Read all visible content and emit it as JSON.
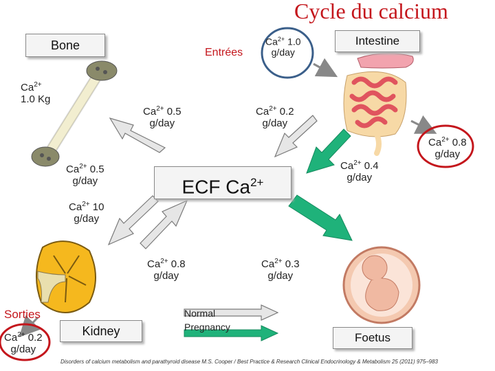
{
  "title": "Cycle du calcium",
  "inputs_label": "Entrées",
  "outputs_label": "Sorties",
  "boxes": {
    "bone": "Bone",
    "intestine": "Intestine",
    "ecf": "ECF Ca",
    "ecf_sup": "2+",
    "kidney": "Kidney",
    "foetus": "Foetus"
  },
  "flows": {
    "bone_store": {
      "ion": "Ca",
      "charge": "2+",
      "value": "1.0 Kg"
    },
    "diet_in": {
      "ion": "Ca",
      "charge": "2+",
      "value": "1.0",
      "unit": "g/day"
    },
    "ecf_to_bone": {
      "ion": "Ca",
      "charge": "2+",
      "value": "0.5",
      "unit": "g/day"
    },
    "bone_to_ecf": {
      "ion": "Ca",
      "charge": "2+",
      "value": "0.5",
      "unit": "g/day"
    },
    "ecf_to_intestine": {
      "ion": "Ca",
      "charge": "2+",
      "value": "0.2",
      "unit": "g/day"
    },
    "fecal_out": {
      "ion": "Ca",
      "charge": "2+",
      "value": "0.8",
      "unit": "g/day"
    },
    "pregnancy_absorption": {
      "ion": "Ca",
      "charge": "2+",
      "value": "0.4",
      "unit": "g/day"
    },
    "kidney_filtered": {
      "ion": "Ca",
      "charge": "2+",
      "value": "10",
      "unit": "g/day"
    },
    "kidney_reabsorbed": {
      "ion": "Ca",
      "charge": "2+",
      "value": "0.8",
      "unit": "g/day"
    },
    "to_foetus": {
      "ion": "Ca",
      "charge": "2+",
      "value": "0.3",
      "unit": "g/day"
    },
    "urine_out": {
      "ion": "Ca",
      "charge": "2+",
      "value": "0.2",
      "unit": "g/day"
    }
  },
  "legend": {
    "normal": "Normal",
    "pregnancy": "Pregnancy",
    "normal_color": "#9a9a9a",
    "pregnancy_color": "#2fb37b"
  },
  "colors": {
    "title": "#c4161c",
    "circle_blue": "#3b5f8a",
    "circle_red": "#c4161c",
    "pregnancy_arrow": "#1fb27a",
    "normal_arrow": "#e6e6e6"
  },
  "citation": "Disorders of calcium metabolism and parathyroid disease M.S. Cooper / Best Practice & Research Clinical Endocrinology & Metabolism 25 (2011) 975–983"
}
